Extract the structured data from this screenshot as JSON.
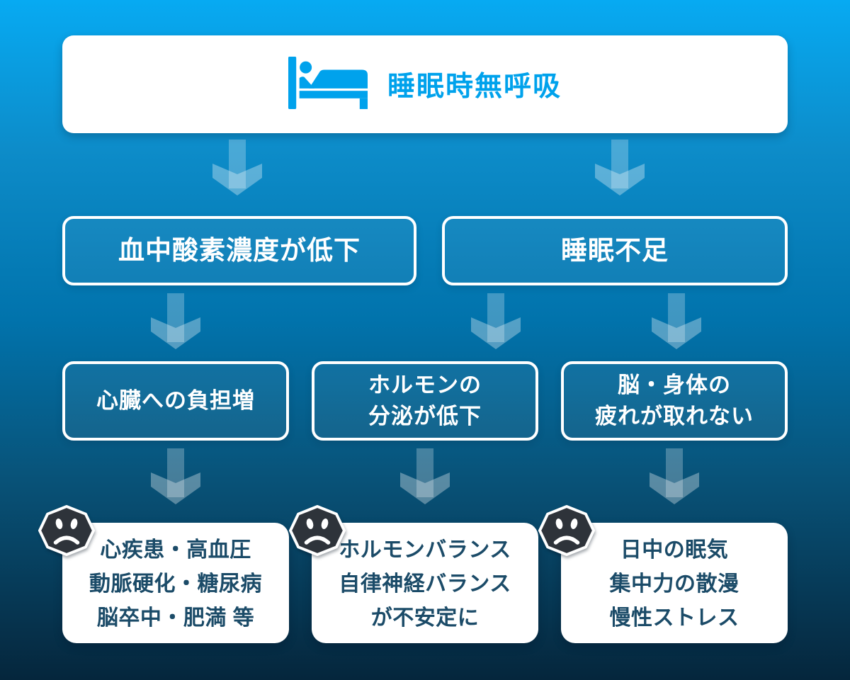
{
  "colors": {
    "accent_blue": "#00A2EC",
    "background_top": "#07AAF2",
    "background_bottom": "#05263C",
    "node_text": "#FFFFFF",
    "outcome_text": "#1B4B68",
    "icon_dark": "#2E333A"
  },
  "root": {
    "icon": "bed-sleeping-icon",
    "title": "睡眠時無呼吸"
  },
  "causes": [
    {
      "label": "血中酸素濃度が低下"
    },
    {
      "label": "睡眠不足"
    }
  ],
  "effects": [
    {
      "line1": "心臓への負担増",
      "line2": ""
    },
    {
      "line1": "ホルモンの",
      "line2": "分泌が低下"
    },
    {
      "line1": "脳・身体の",
      "line2": "疲れが取れない"
    }
  ],
  "outcomes": [
    {
      "icon": "sad-face-icon",
      "line1": "心疾患・高血圧",
      "line2": "動脈硬化・糖尿病",
      "line3": "脳卒中・肥満 等"
    },
    {
      "icon": "sad-face-icon",
      "line1": "ホルモンバランス",
      "line2": "自律神経バランス",
      "line3": "が不安定に"
    },
    {
      "icon": "sad-face-icon",
      "line1": "日中の眠気",
      "line2": "集中力の散漫",
      "line3": "慢性ストレス"
    }
  ]
}
